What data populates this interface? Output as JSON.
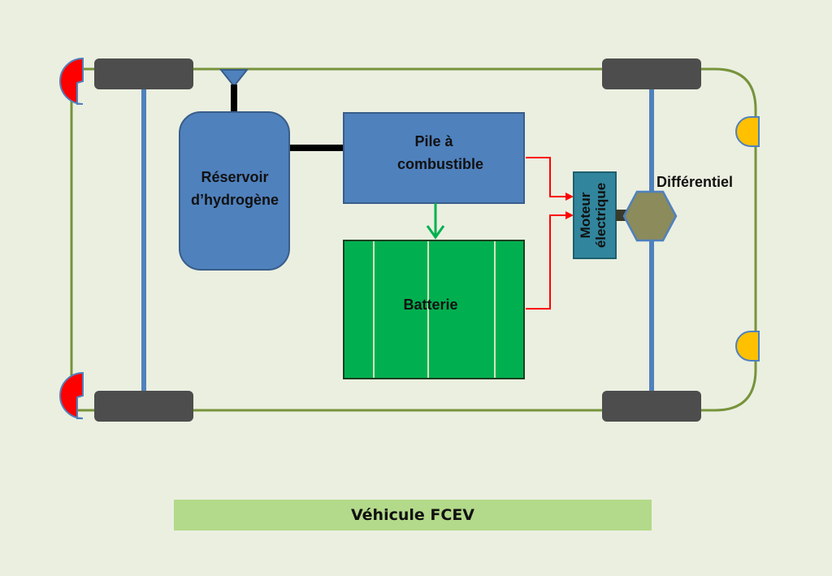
{
  "labels": {
    "reservoir_line1": "Réservoir",
    "reservoir_line2": "d’hydrogène",
    "fuel_cell_line1": "Pile à",
    "fuel_cell_line2": "combustible",
    "battery": "Batterie",
    "motor_line1": "Moteur",
    "motor_line2": "électrique",
    "differential": "Différentiel"
  },
  "caption": "Véhicule FCEV",
  "colors": {
    "background": "#EBEFE0",
    "chassis": "#77933C",
    "axle": "#4F81BD",
    "wheel": "#4D4D4D",
    "component_fill": "#4F81BD",
    "component_stroke": "#385D8A",
    "battery_fill": "#00B050",
    "battery_cells": "#D7E4BD",
    "motor_fill": "#31859C",
    "differential_fill": "#8B8B5B",
    "pipe": "#000000",
    "electric_arrow": "#FF0000",
    "charge_arrow": "#00B050",
    "rear_light": "#FF0000",
    "front_light": "#FFC000",
    "caption_fill": "#B3D98A"
  }
}
